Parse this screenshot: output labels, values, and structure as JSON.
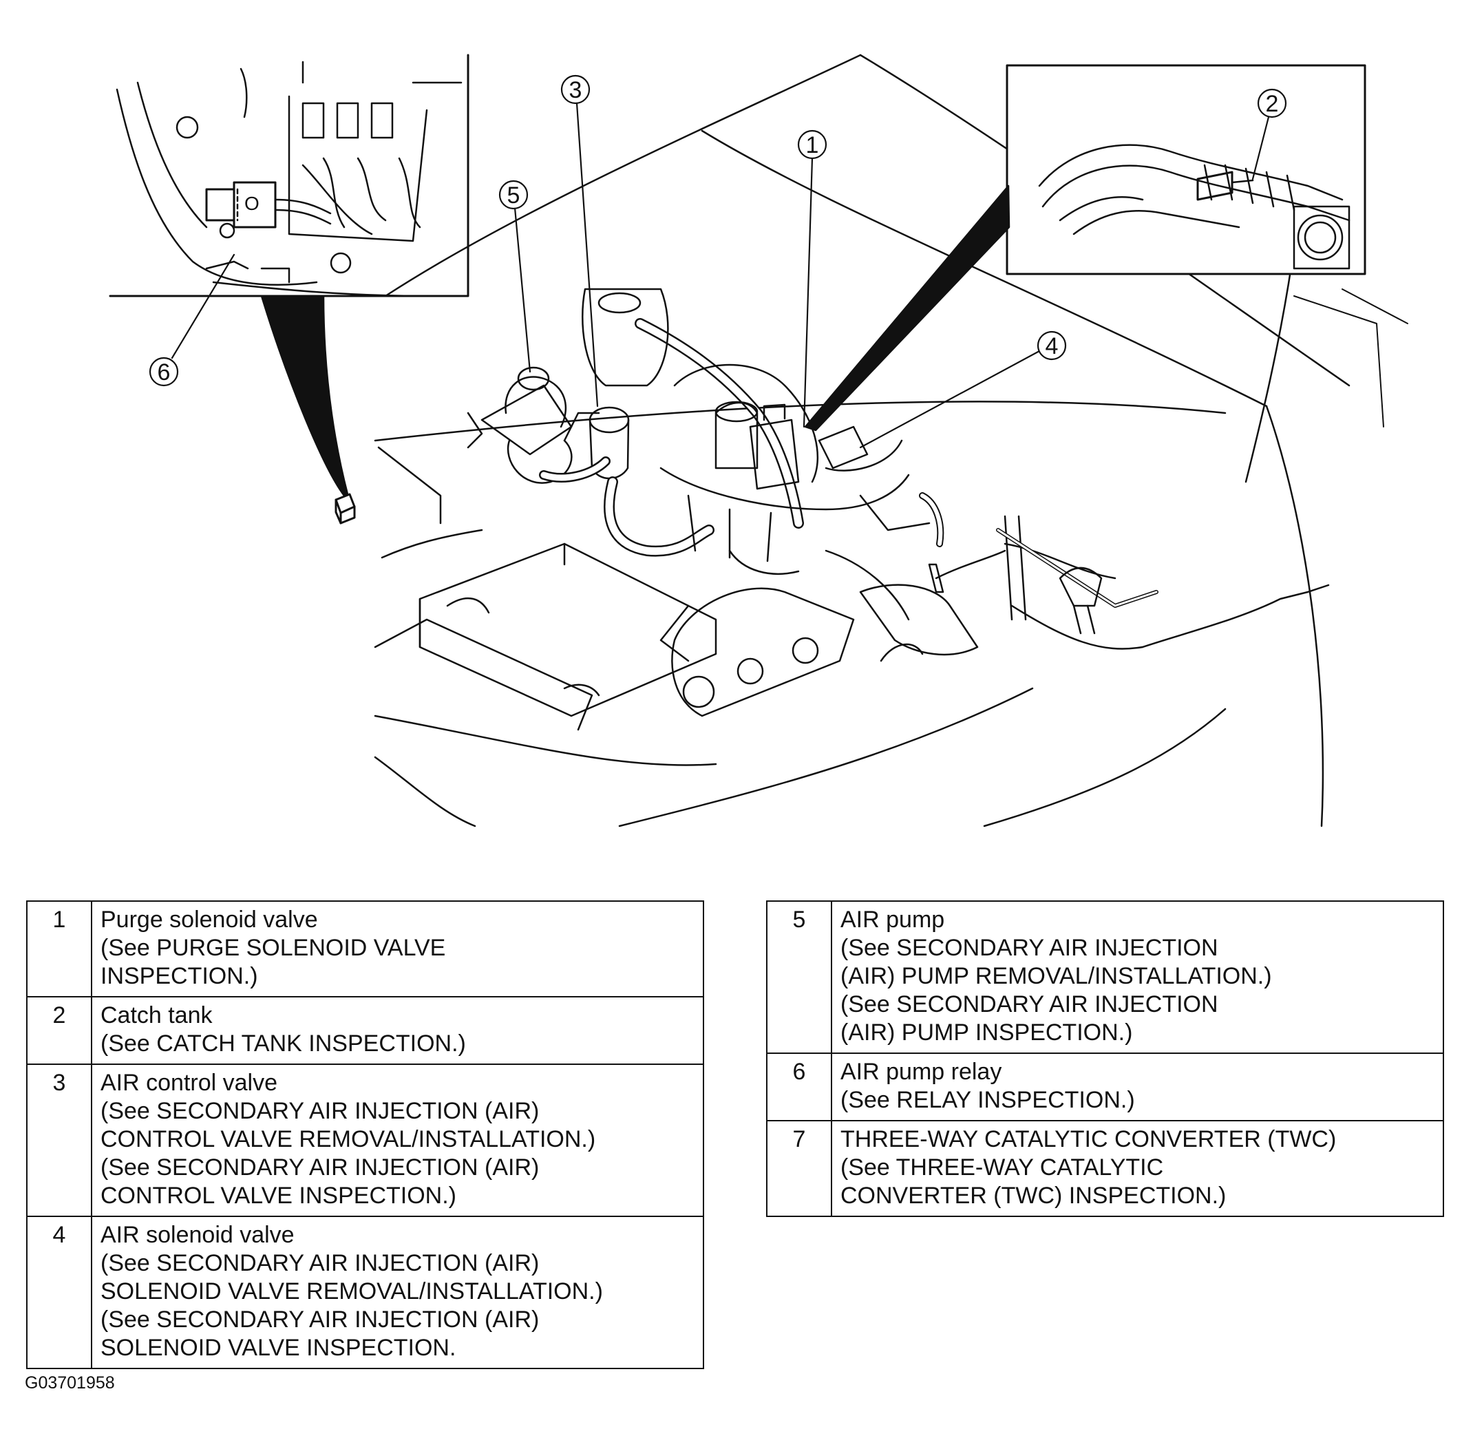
{
  "callouts": [
    "1",
    "2",
    "3",
    "4",
    "5",
    "6"
  ],
  "legend_left": [
    {
      "num": "1",
      "lines": [
        "Purge solenoid valve",
        "(See PURGE SOLENOID VALVE",
        "INSPECTION.)"
      ]
    },
    {
      "num": "2",
      "lines": [
        "Catch tank",
        "(See CATCH TANK INSPECTION.)"
      ]
    },
    {
      "num": "3",
      "lines": [
        "AIR control valve",
        "(See SECONDARY AIR INJECTION (AIR)",
        "CONTROL VALVE REMOVAL/INSTALLATION.)",
        "(See  SECONDARY AIR INJECTION (AIR)",
        "CONTROL VALVE INSPECTION.)"
      ]
    },
    {
      "num": "4",
      "lines": [
        "AIR solenoid valve",
        "(See  SECONDARY AIR INJECTION (AIR)",
        "SOLENOID VALVE REMOVAL/INSTALLATION.)",
        "(See  SECONDARY AIR INJECTION (AIR)",
        "SOLENOID VALVE INSPECTION."
      ]
    }
  ],
  "legend_right": [
    {
      "num": "5",
      "lines": [
        "AIR pump",
        "(See  SECONDARY AIR INJECTION",
        "(AIR) PUMP REMOVAL/INSTALLATION.)",
        "(See  SECONDARY AIR INJECTION",
        "(AIR) PUMP INSPECTION.)"
      ]
    },
    {
      "num": "6",
      "lines": [
        "AIR pump relay",
        "(See RELAY INSPECTION.)"
      ]
    },
    {
      "num": "7",
      "lines": [
        "THREE-WAY CATALYTIC CONVERTER (TWC)",
        "(See THREE-WAY CATALYTIC",
        "CONVERTER (TWC) INSPECTION.)"
      ]
    }
  ],
  "figure_code": "G03701958"
}
